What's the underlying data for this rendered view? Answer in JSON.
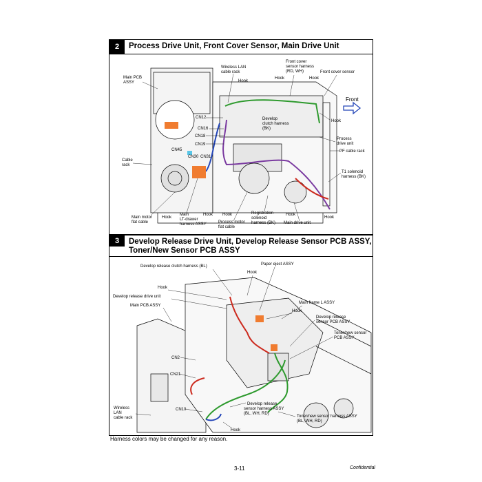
{
  "section2": {
    "number": "2",
    "title": "Process Drive Unit, Front Cover Sensor, Main Drive Unit",
    "labels": {
      "main_pcb": [
        "Main PCB",
        "ASSY"
      ],
      "wlan_rack": [
        "Wireless LAN",
        "cable rack"
      ],
      "fc_harness": [
        "Front cover",
        "sensor harness",
        "(RD, WH)"
      ],
      "fc_sensor": "Front cover sensor",
      "front": "Front",
      "hook": "Hook",
      "cn12": "CN12",
      "cn16": "CN16",
      "cn18": "CN18",
      "cn19": "CN19",
      "cn45": "CN45",
      "cn30": "CN30",
      "cn31": "CN31",
      "dc_harness": [
        "Develop",
        "clutch harness",
        "(BK)"
      ],
      "proc_drive": [
        "Process",
        "drive unit"
      ],
      "pf_rack": "PF cable rack",
      "cable_rack": [
        "Cable",
        "rack"
      ],
      "t1": [
        "T1 solenoid",
        "harness (BK)"
      ],
      "mm_flat": [
        "Main motor",
        "flat cable"
      ],
      "lt_drawer": [
        "Main",
        "LT-drawer",
        "harness ASSY"
      ],
      "pm_flat": [
        "Process motor",
        "flat cable"
      ],
      "reg_sol": [
        "Registration",
        "solenoid",
        "harness (BK)"
      ],
      "main_drive": "Main drive unit"
    }
  },
  "section3": {
    "number": "3",
    "title_lines": [
      "Develop Release Drive Unit, Develop Release Sensor PCB ASSY,",
      "Toner/New Sensor PCB ASSY"
    ],
    "labels": {
      "drc_harness": "Develop release clutch harness (BL)",
      "paper_eject": "Paper eject ASSY",
      "hook": "Hook",
      "dr_unit": "Develop release drive unit",
      "main_pcb": "Main PCB ASSY",
      "main_frame": "Main frame L ASSY",
      "dr_sensor": [
        "Develop release",
        "sensor PCB ASSY"
      ],
      "toner_sensor": [
        "Toner/new sensor",
        "PCB ASSY"
      ],
      "cn2": "CN2",
      "cn21": "CN21",
      "cn10": "CN10",
      "wlan_rack": [
        "Wireless",
        "LAN",
        "cable rack"
      ],
      "drs_harness": [
        "Develop release",
        "sensor harness ASSY",
        "(BL, WH, RD)"
      ],
      "tns_harness": [
        "Toner/new sensor harness ASSY",
        "(BL, WH, RD)"
      ]
    }
  },
  "footer": {
    "note": "Harness colors may be changed for any reason.",
    "page": "3-11",
    "confidential": "Confidential"
  },
  "colors": {
    "green": "#2e9a2e",
    "red": "#cc2a1e",
    "blue": "#2446b8",
    "orange": "#f07c30",
    "cyan": "#58c6e8",
    "purple": "#7a3aa0",
    "front_arrow": "#2446b8"
  }
}
